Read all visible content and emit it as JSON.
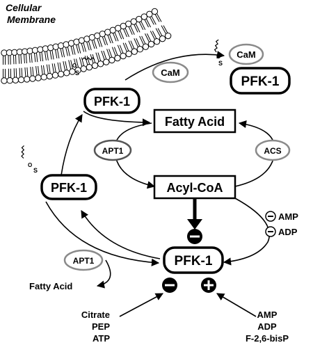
{
  "membrane": {
    "line1": "Cellular",
    "line2": "Membrane"
  },
  "nodes": {
    "pfk_membrane": "PFK-1",
    "pfk_left": "PFK-1",
    "pfk_free": "PFK-1",
    "pfk_center": "PFK-1",
    "fatty_acid_box": "Fatty Acid",
    "acyl_coa_box": "Acyl-CoA"
  },
  "enzymes": {
    "cam_mid": "CaM",
    "cam_bound": "CaM",
    "apt1_loop": "APT1",
    "acs": "ACS",
    "apt1_lower": "APT1"
  },
  "labels": {
    "fatty_acid_product": "Fatty Acid",
    "amp_inhib": "AMP",
    "adp_inhib": "ADP",
    "inhibitors": [
      "Citrate",
      "PEP",
      "ATP"
    ],
    "activators": [
      "AMP",
      "ADP",
      "F-2,6-bisP"
    ]
  },
  "symbols": {
    "minus": "−",
    "plus": "+",
    "sulfur": "S",
    "oxygen": "O"
  },
  "colors": {
    "stroke": "#000000",
    "enzyme_ring": "#8a8a8a",
    "background": "#ffffff"
  }
}
